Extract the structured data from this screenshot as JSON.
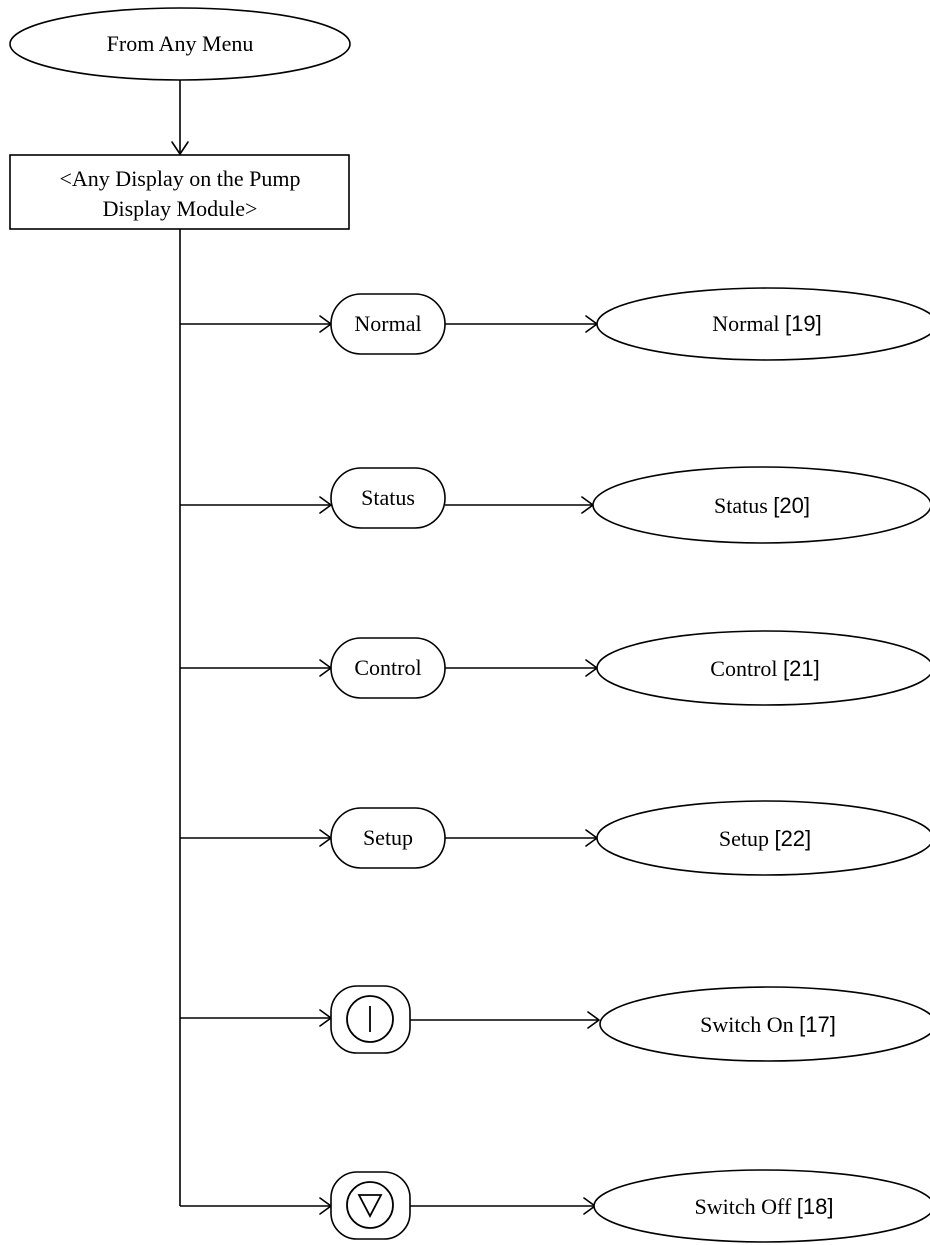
{
  "start": {
    "label": "From Any Menu"
  },
  "display": {
    "line1": "<Any Display on the Pump",
    "line2": "Display Module>"
  },
  "branches": [
    {
      "key": "Normal",
      "target_name": "Normal",
      "target_ref": "[19]"
    },
    {
      "key": "Status",
      "target_name": "Status",
      "target_ref": "[20]"
    },
    {
      "key": "Control",
      "target_name": "Control",
      "target_ref": "[21]"
    },
    {
      "key": "Setup",
      "target_name": "Setup",
      "target_ref": "[22]"
    },
    {
      "key_icon": "power-on-icon",
      "target_name": "Switch On",
      "target_ref": "[17]"
    },
    {
      "key_icon": "power-off-triangle-icon",
      "target_name": "Switch Off",
      "target_ref": "[18]"
    }
  ]
}
